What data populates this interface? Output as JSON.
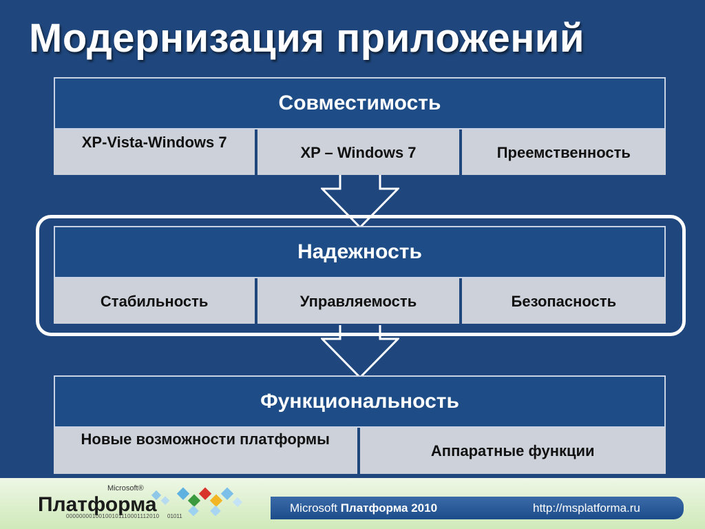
{
  "slide": {
    "title": "Модернизация приложений"
  },
  "blocks": [
    {
      "header": "Совместимость",
      "cells": [
        "XP-Vista-Windows 7",
        "XP – Windows 7",
        "Преемственность"
      ]
    },
    {
      "header": "Надежность",
      "cells": [
        "Стабильность",
        "Управляемость",
        "Безопасность"
      ]
    },
    {
      "header": "Функциональность",
      "cells": [
        "Новые возможности платформы",
        "Аппаратные функции"
      ]
    }
  ],
  "footer": {
    "logo_word": "Платформа",
    "logo_ms": "Microsoft®",
    "logo_binary": "00000000100100101110001112010",
    "logo_year": "2010",
    "logo_binary_tail": "01011",
    "brand_prefix": "Microsoft",
    "brand_name": "Платформа 2010",
    "url": "http://msplatforma.ru"
  },
  "colors": {
    "background": "#1f477d",
    "header_fill": "#1e4c86",
    "cell_fill": "#cdd2da",
    "footer_bar": "#1d4c8b"
  }
}
